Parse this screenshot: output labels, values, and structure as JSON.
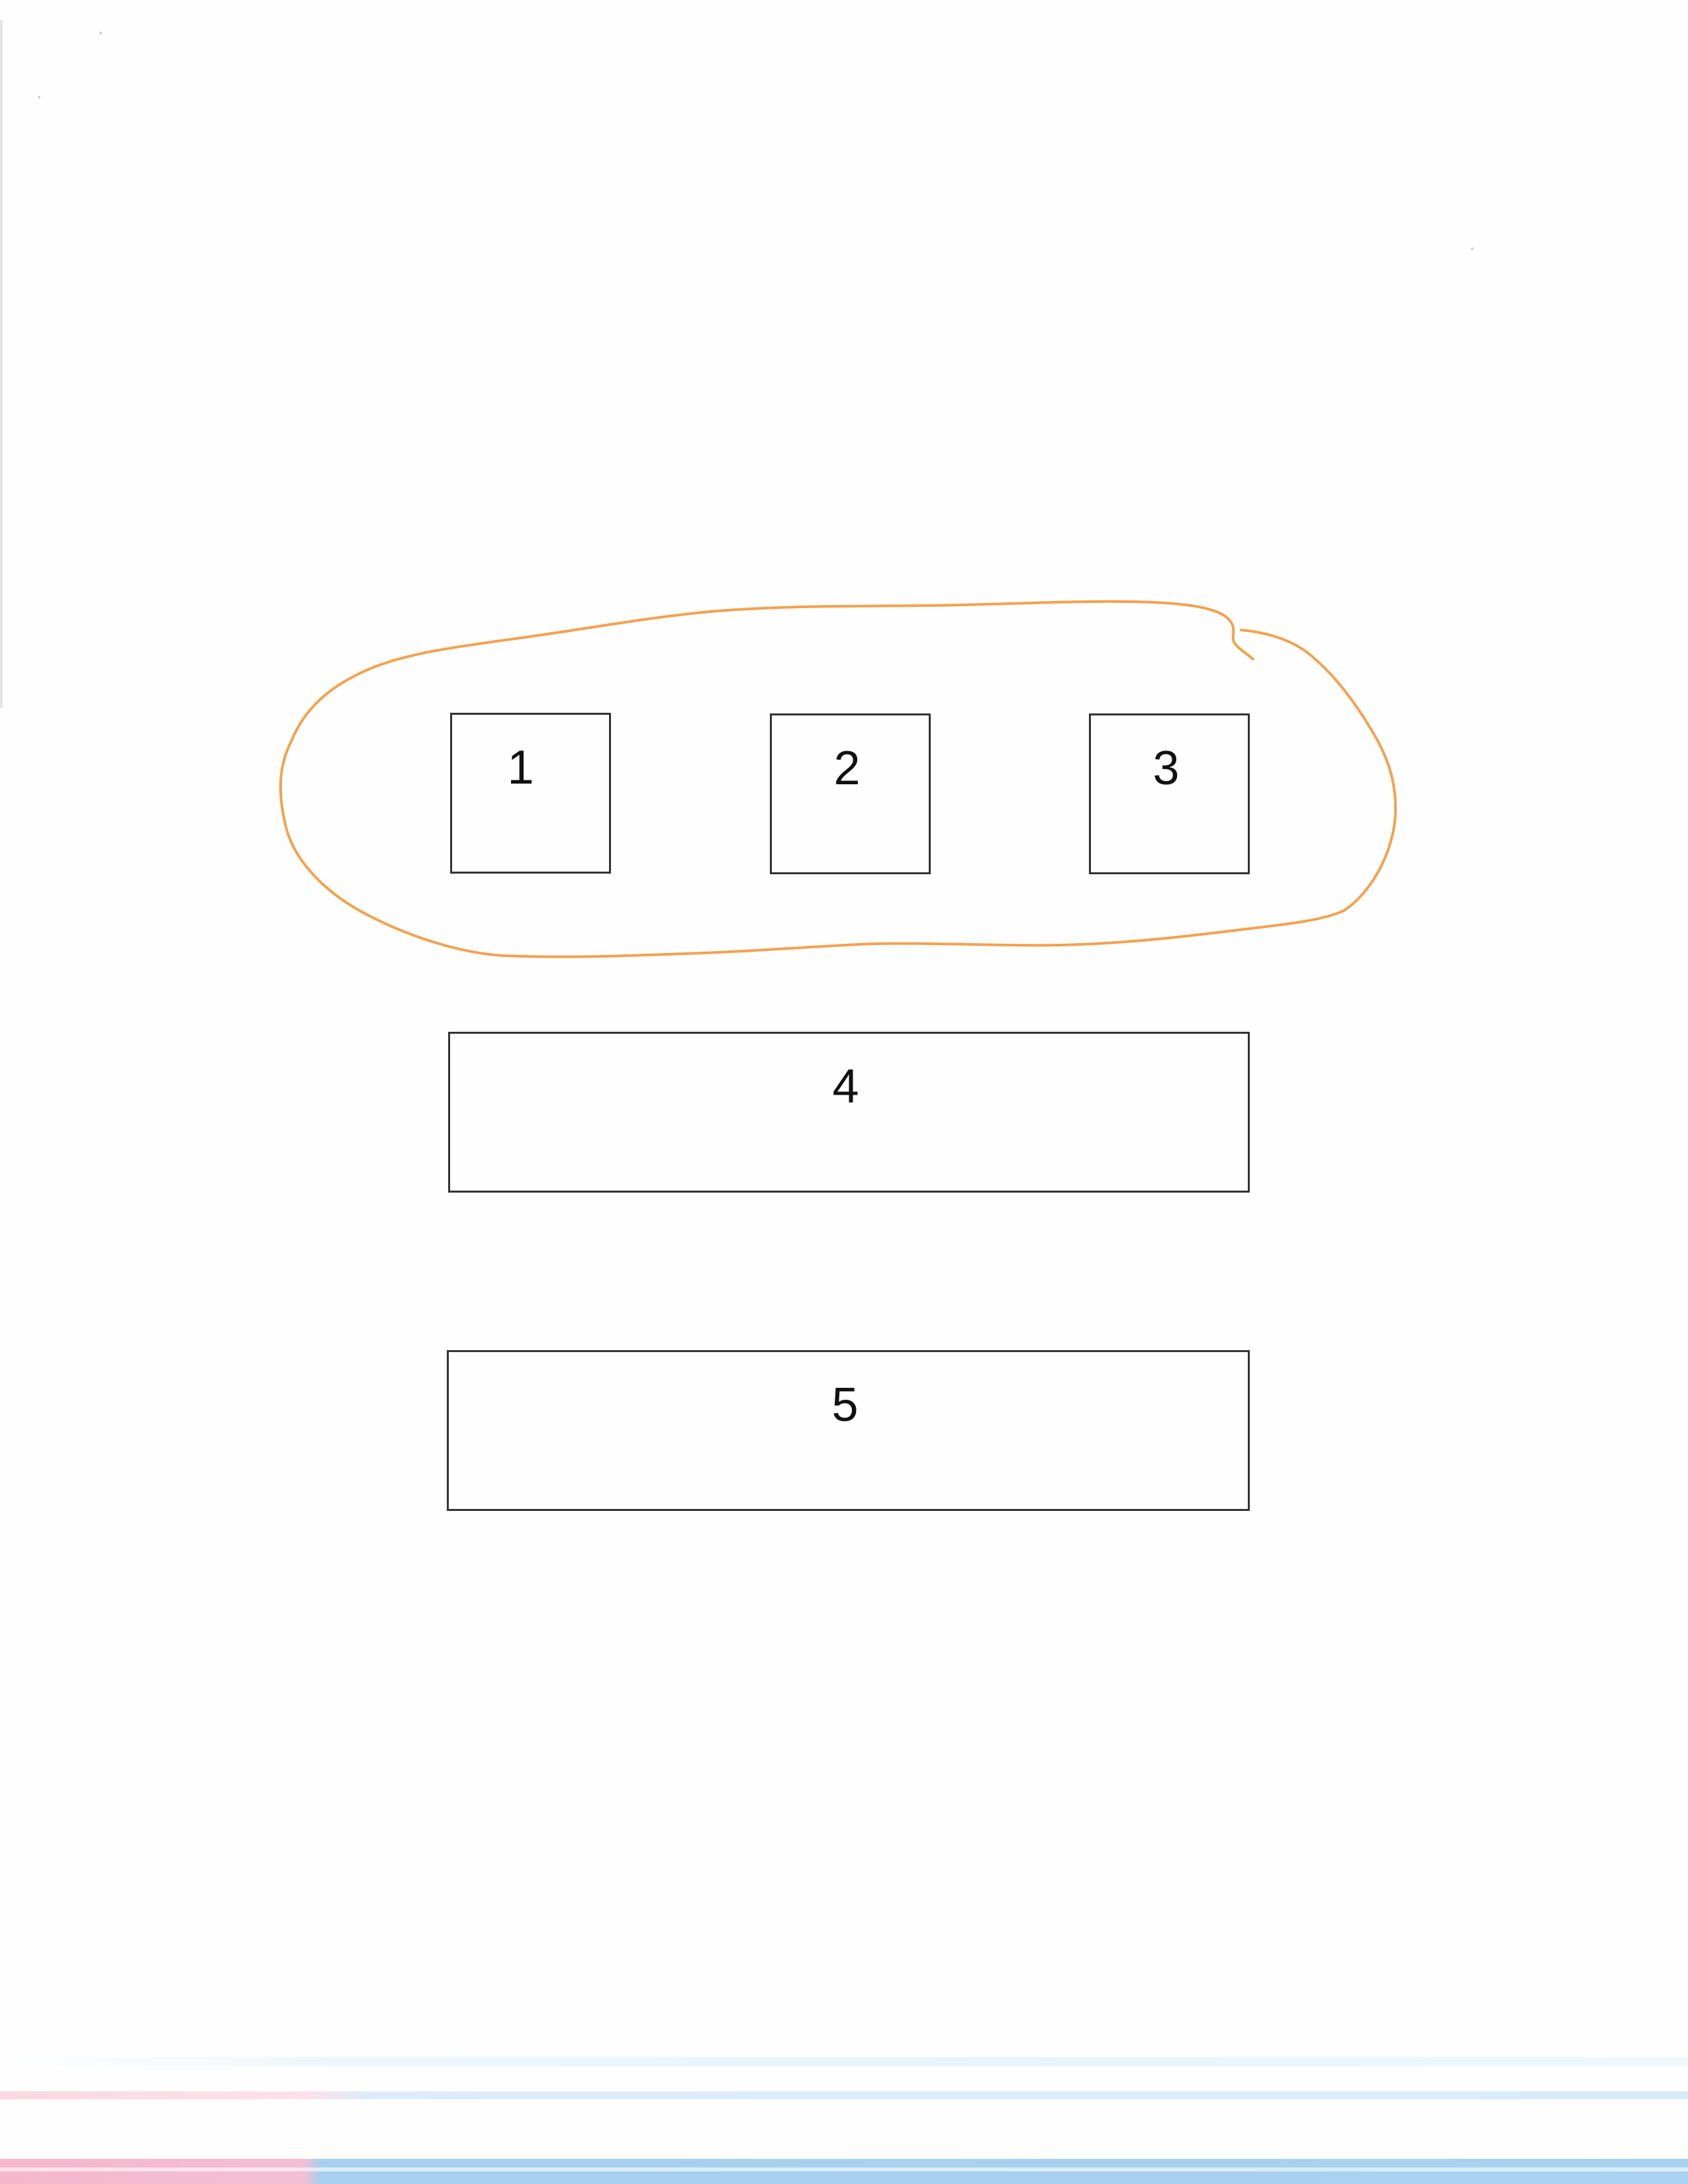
{
  "diagram": {
    "boxes": [
      {
        "id": "1",
        "label": "1"
      },
      {
        "id": "2",
        "label": "2"
      },
      {
        "id": "3",
        "label": "3"
      },
      {
        "id": "4",
        "label": "4"
      },
      {
        "id": "5",
        "label": "5"
      }
    ],
    "grouping": {
      "members": [
        "1",
        "2",
        "3"
      ],
      "style": "hand-drawn outline",
      "color": "#F2A24E"
    },
    "box_border_color": "#333333"
  }
}
